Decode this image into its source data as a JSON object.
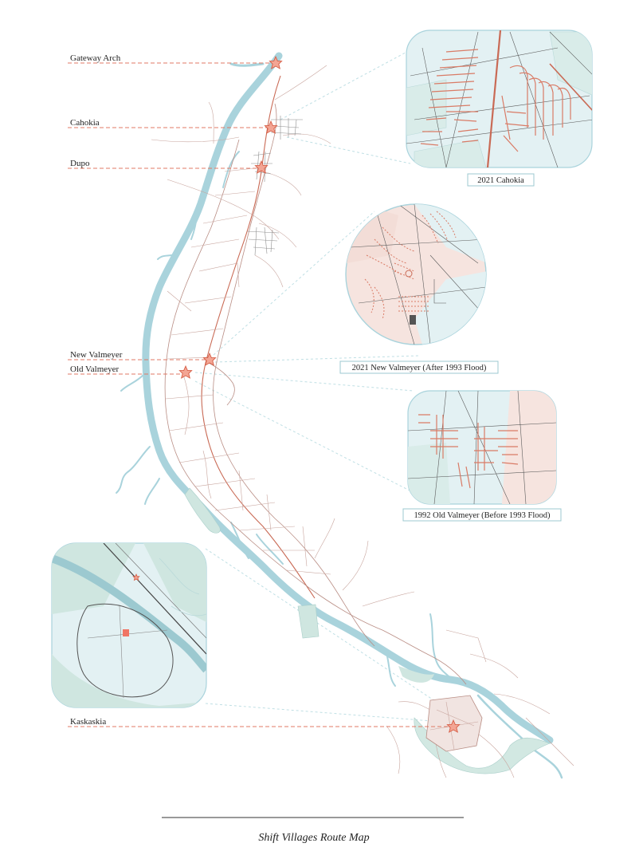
{
  "title": "Shift Villages Route Map",
  "places": [
    {
      "name": "Gateway Arch"
    },
    {
      "name": "Cahokia"
    },
    {
      "name": "Dupo"
    },
    {
      "name": "New Valmeyer"
    },
    {
      "name": "Old Valmeyer"
    },
    {
      "name": "Kaskaskia"
    }
  ],
  "insets": [
    {
      "caption": "2021 Cahokia"
    },
    {
      "caption": "2021 New Valmeyer (After 1993 Flood)"
    },
    {
      "caption": "1992 Old Valmeyer (Before 1993 Flood)"
    },
    {
      "caption": ""
    }
  ],
  "colors": {
    "river": "#a9d3dc",
    "marker": "#e07a65",
    "inset_bg": "#e3f1f3",
    "inset_pink": "#f6e4df",
    "road": "#b98d84"
  },
  "marker_icon": "star-icon"
}
